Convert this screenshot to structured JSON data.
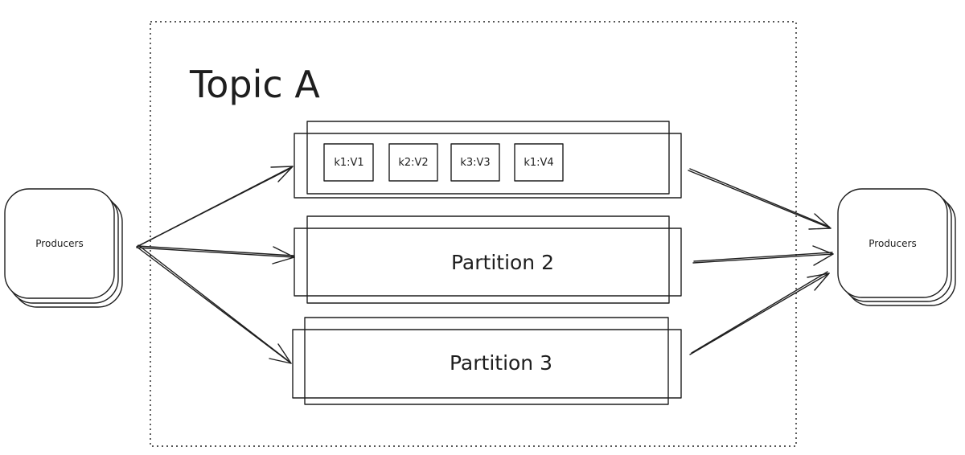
{
  "topic": {
    "title": "Topic A",
    "partitions": [
      {
        "label": "",
        "messages": [
          "k1:V1",
          "k2:V2",
          "k3:V3",
          "k1:V4"
        ]
      },
      {
        "label": "Partition 2",
        "messages": []
      },
      {
        "label": "Partition 3",
        "messages": []
      }
    ]
  },
  "left_node": {
    "label": "Producers"
  },
  "right_node": {
    "label": "Producers"
  },
  "colors": {
    "stroke": "#1e1e1e",
    "background": "#ffffff"
  }
}
